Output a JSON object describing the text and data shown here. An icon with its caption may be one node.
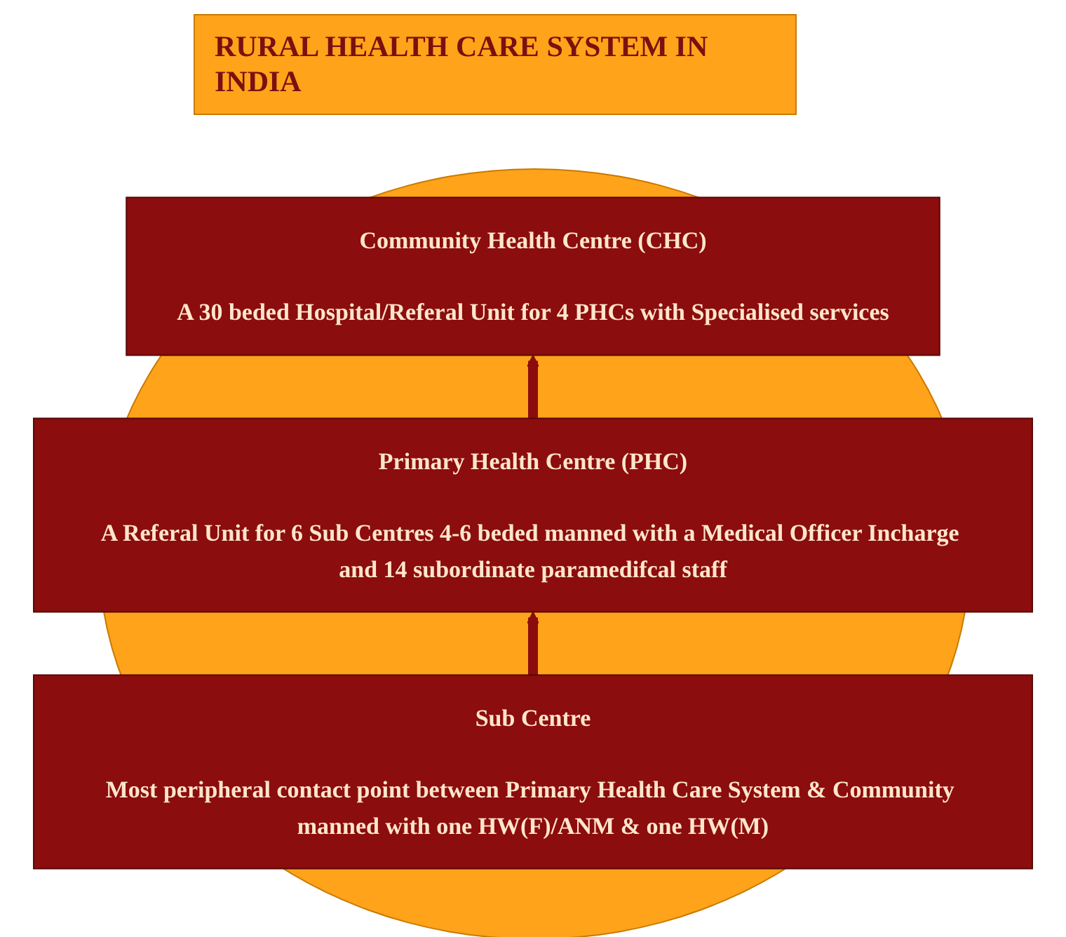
{
  "diagram": {
    "title": "RURAL HEALTH CARE SYSTEM IN INDIA",
    "nodes": [
      {
        "text": [
          "Community Health Centre (CHC)",
          "A 30 beded Hospital/Referal Unit for 4 PHCs with Specialised services"
        ]
      },
      {
        "text": [
          "Primary Health Centre (PHC)",
          "A Referal Unit for 6 Sub Centres 4-6 beded manned with a Medical Officer Incharge and 14 subordinate paramedifcal staff"
        ]
      },
      {
        "text": [
          "Sub Centre",
          "Most peripheral contact point between Primary Health Care System & Community manned with one HW(F)/ANM & one HW(M)"
        ]
      }
    ],
    "edges": [
      {
        "from": 2,
        "to": 1,
        "arrow": "to"
      },
      {
        "from": 1,
        "to": 0,
        "arrow": "to"
      }
    ]
  }
}
